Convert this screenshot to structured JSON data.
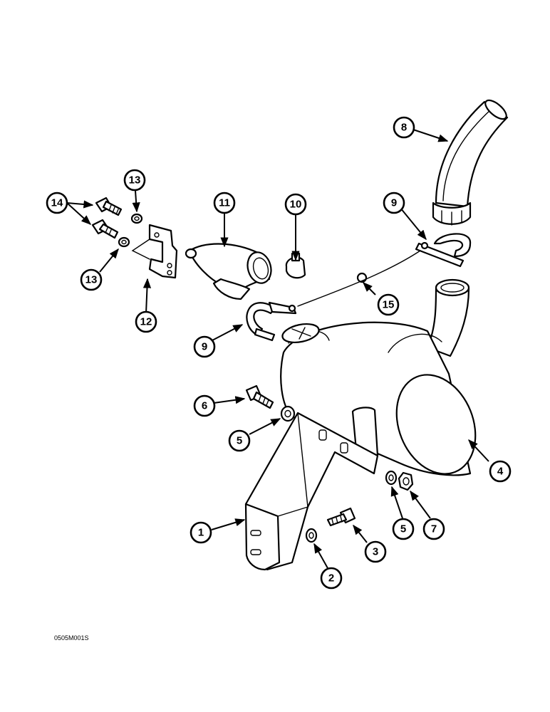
{
  "callouts": {
    "c1": "1",
    "c2": "2",
    "c3": "3",
    "c4": "4",
    "c5a": "5",
    "c5b": "5",
    "c6": "6",
    "c7": "7",
    "c8": "8",
    "c9a": "9",
    "c9b": "9",
    "c10": "10",
    "c11": "11",
    "c12": "12",
    "c13a": "13",
    "c13b": "13",
    "c14": "14",
    "c15": "15"
  },
  "drawing_code": "0505M001S"
}
